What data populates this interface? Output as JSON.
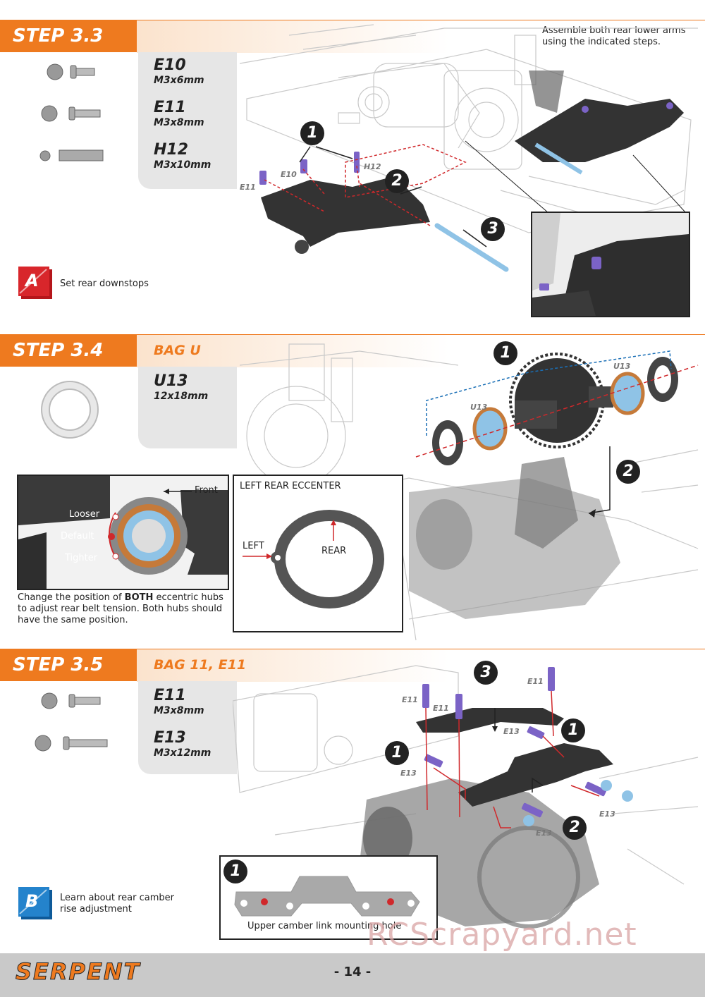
{
  "steps": {
    "s33": {
      "title": "STEP 3.3",
      "parts": [
        {
          "code": "E10",
          "size": "M3x6mm"
        },
        {
          "code": "E11",
          "size": "M3x8mm"
        },
        {
          "code": "H12",
          "size": "M3x10mm"
        }
      ],
      "instruction": "Assemble both rear lower arms using the indicated steps.",
      "callouts": [
        "1",
        "2",
        "3"
      ],
      "labels": {
        "e10": "E10",
        "e11": "E11",
        "h12": "H12"
      },
      "badge": {
        "letter": "A",
        "text": "Set rear downstops"
      }
    },
    "s34": {
      "title": "STEP 3.4",
      "bag": "BAG U",
      "parts": [
        {
          "code": "U13",
          "size": "12x18mm"
        }
      ],
      "callouts": [
        "1",
        "2"
      ],
      "labels": {
        "u13a": "U13",
        "u13b": "U13"
      },
      "eccentric": {
        "front": "Front",
        "looser": "Looser",
        "default": "Default",
        "tighter": "Tighter"
      },
      "note_pre": "Change the position of ",
      "note_bold": "BOTH",
      "note_post": " eccentric hubs to adjust rear belt tension. Both hubs should have the same position.",
      "eccenter": {
        "title": "LEFT REAR ECCENTER",
        "left": "LEFT",
        "rear": "REAR"
      }
    },
    "s35": {
      "title": "STEP 3.5",
      "bag": "BAG 11, E11",
      "parts": [
        {
          "code": "E11",
          "size": "M3x8mm"
        },
        {
          "code": "E13",
          "size": "M3x12mm"
        }
      ],
      "callouts": [
        "3",
        "1",
        "1",
        "2"
      ],
      "labels": {
        "e11a": "E11",
        "e11b": "E11",
        "e11c": "E11",
        "e13a": "E13",
        "e13b": "E13",
        "e13c": "E13",
        "e13d": "E13"
      },
      "badge": {
        "letter": "B",
        "text": "Learn about rear camber rise adjustment"
      },
      "inset": {
        "callout": "1",
        "caption": "Upper camber link mounting hole"
      }
    }
  },
  "footer": {
    "brand": "SERPENT",
    "page": "- 14 -"
  },
  "watermark": "RCScrapyard.net",
  "colors": {
    "accent": "#ee7a1f",
    "part_dark": "#333333",
    "screw_purple": "#7b63c6",
    "pin_blue": "#8fc3e6",
    "red_guide": "#d0282b",
    "blue_guide": "#1a6fb6"
  }
}
